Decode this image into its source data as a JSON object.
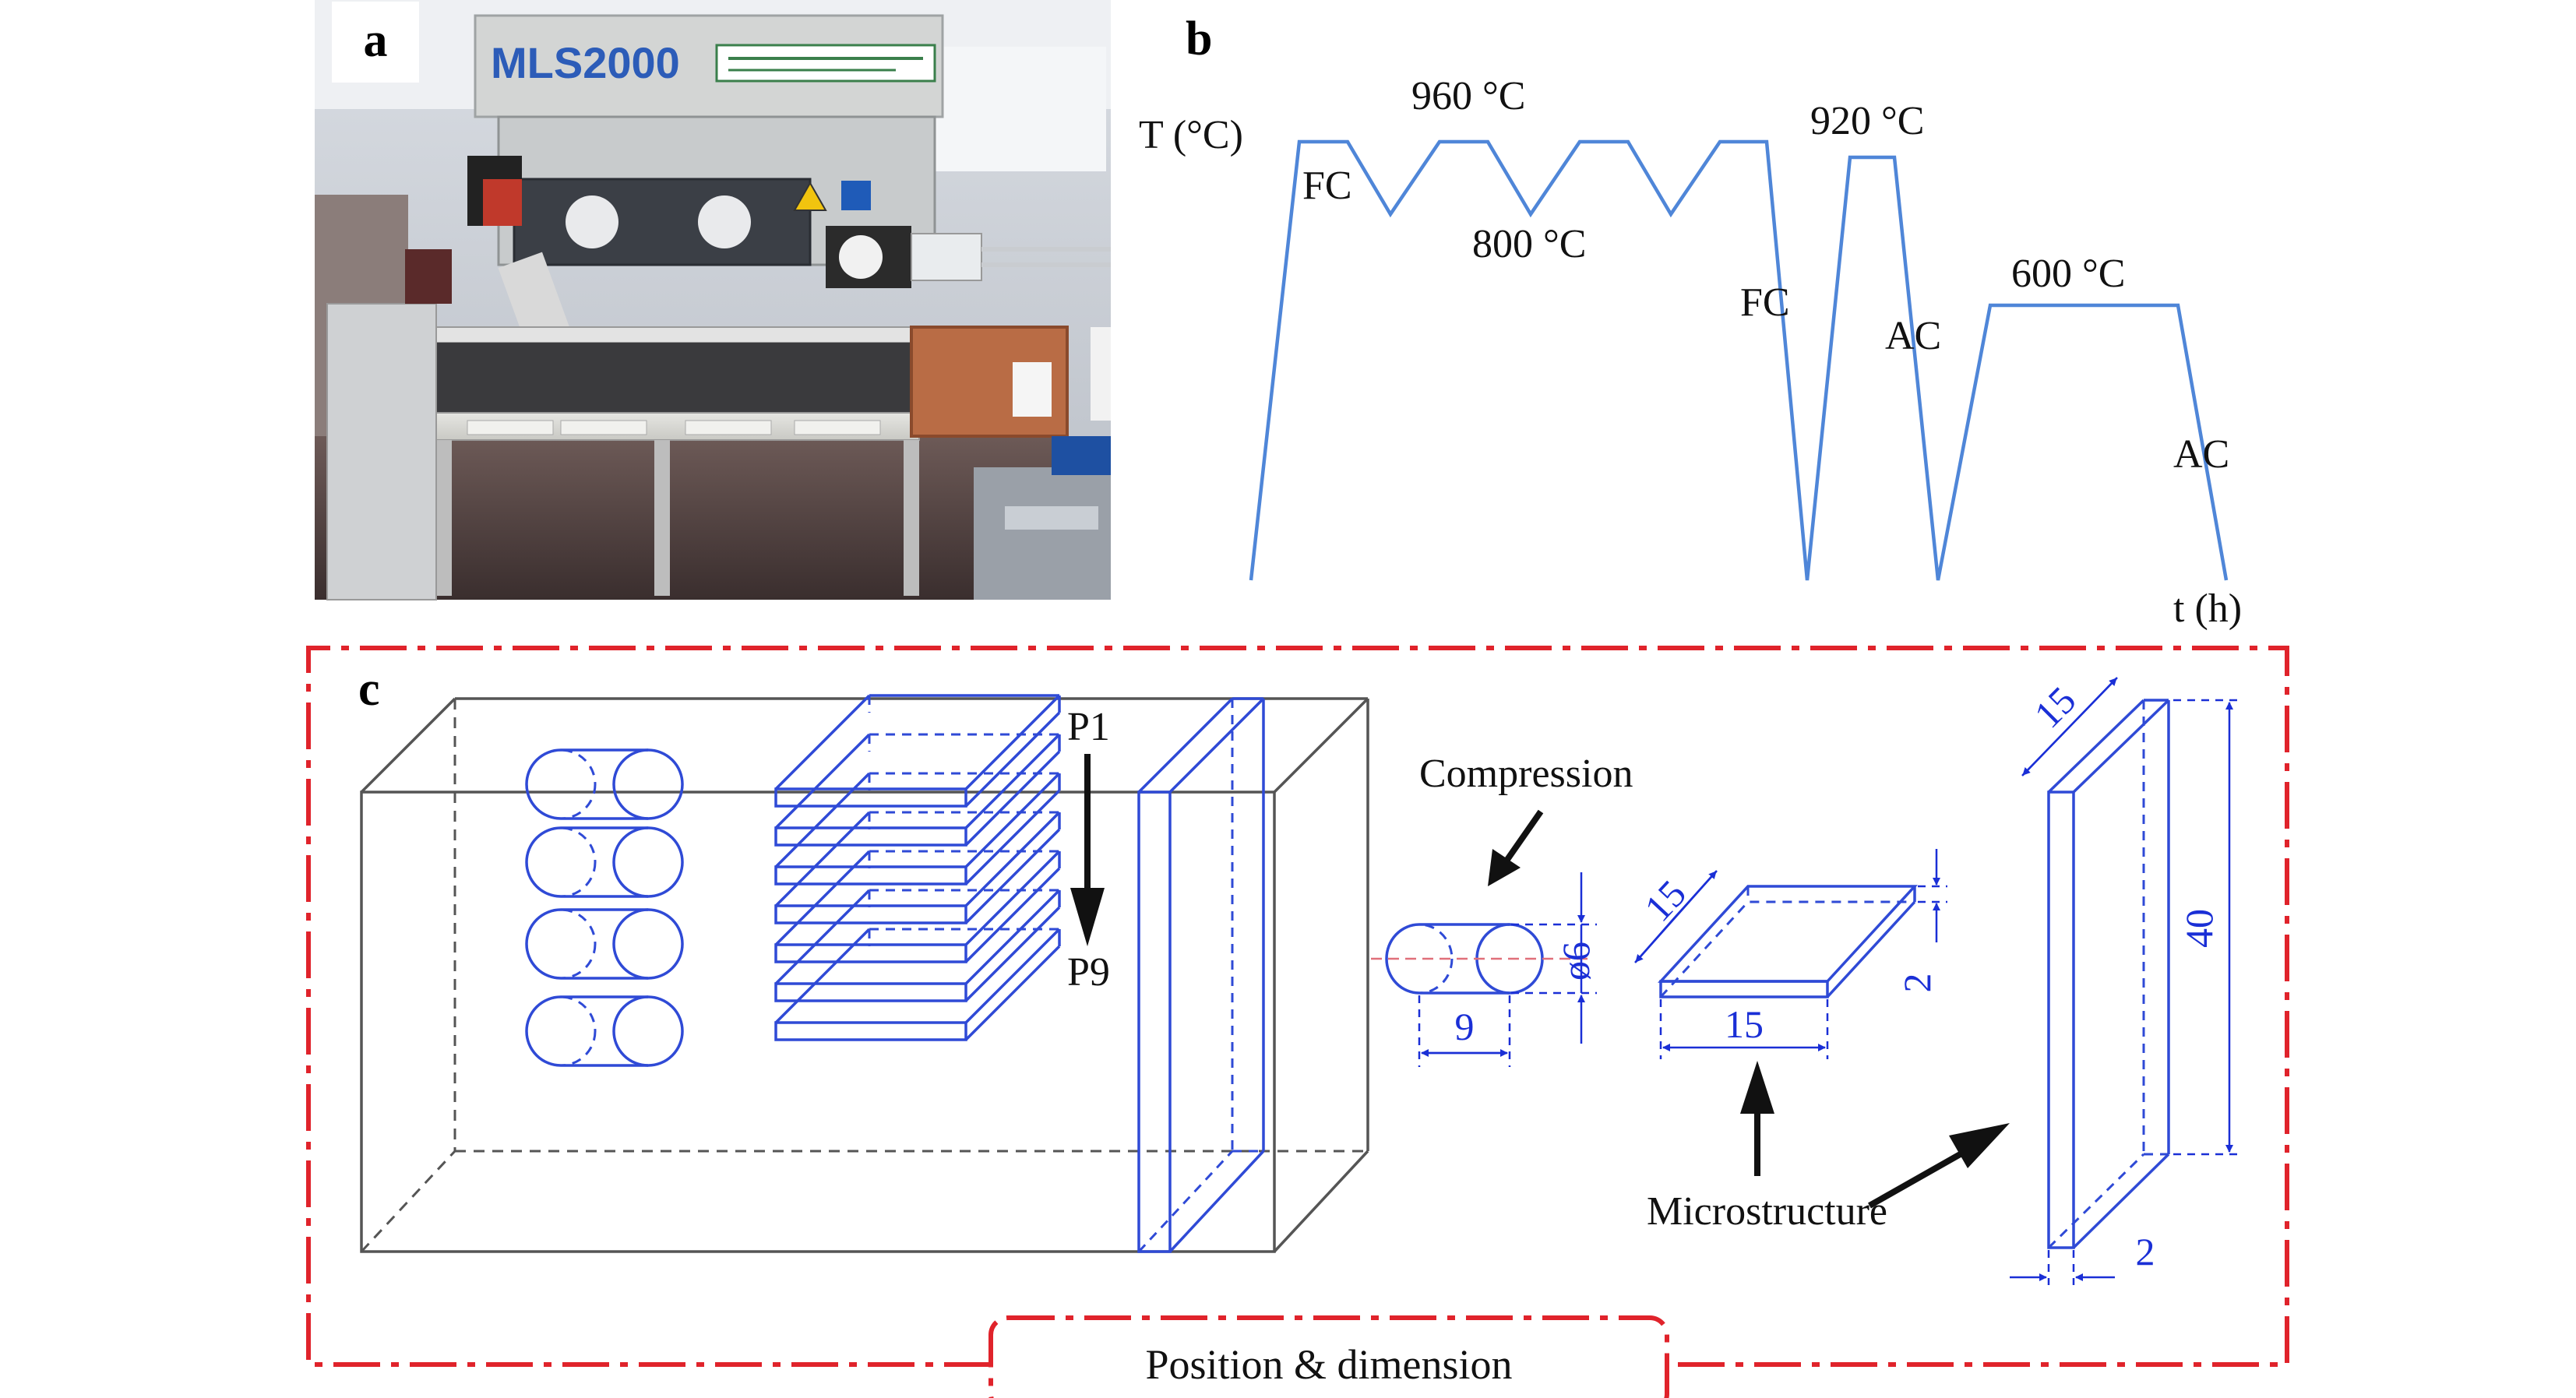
{
  "panel_a": {
    "letter": "a",
    "machine_label": "MLS2000"
  },
  "panel_b": {
    "letter": "b",
    "y_axis_label": "T (°C)",
    "x_axis_label": "t (h)",
    "annotations": {
      "t960": "960 °C",
      "t800": "800 °C",
      "t920": "920 °C",
      "t600": "600 °C",
      "fc1": "FC",
      "fc2": "FC",
      "ac1": "AC",
      "ac2": "AC"
    },
    "curve_color": "#4f86d8"
  },
  "panel_c": {
    "letter": "c",
    "p1": "P1",
    "p9": "P9",
    "compression": "Compression",
    "microstructure": "Microstructure",
    "frame_title": "Position & dimension",
    "dims": {
      "cyl_diameter": "ø6",
      "cyl_length": "9",
      "plate_side_a": "15",
      "plate_side_b": "15",
      "plate_thick": "2",
      "tall_width": "15",
      "tall_height": "40",
      "tall_thick": "2"
    },
    "frame_color": "#e0232b",
    "sample_color": "#2f4ad6"
  }
}
